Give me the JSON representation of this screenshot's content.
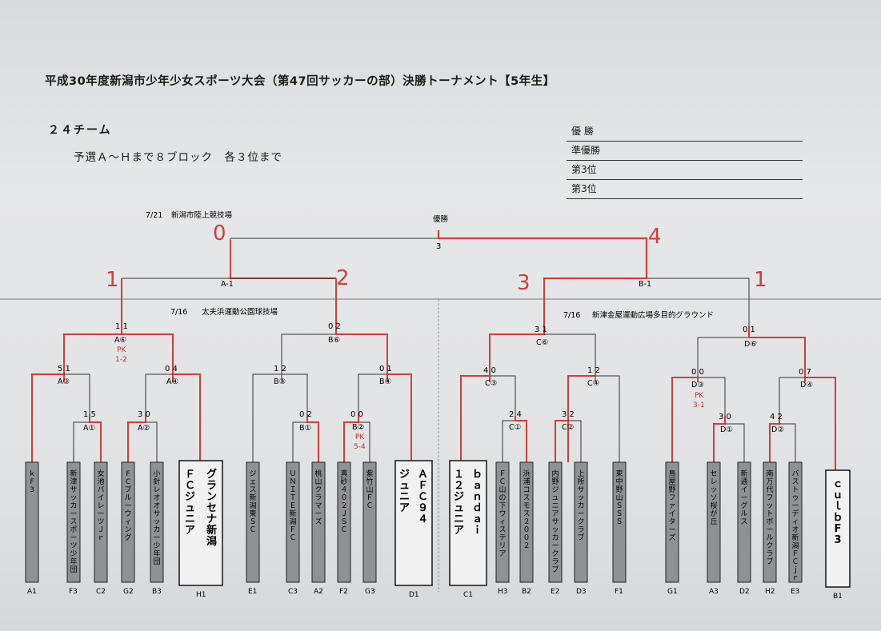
{
  "title": "平成30年度新潟市少年少女スポーツ大会（第47回サッカーの部）決勝トーナメント【5年生】",
  "teams_count": "２４チーム",
  "rule": "予選Ａ～Ｈまで８ブロック　各３位まで",
  "results": [
    "優 勝",
    "準優勝",
    "第3位",
    "第3位"
  ],
  "final": {
    "date": "7/21",
    "venue": "新潟市陸上競技場",
    "label": "優勝",
    "third": "3",
    "left_score": "0",
    "right_score": "4"
  },
  "semis": {
    "left": {
      "node": "A-1",
      "top_score": "1",
      "bottom_score": "2"
    },
    "right": {
      "node": "B-1",
      "top_score": "3",
      "bottom_score": "1"
    }
  },
  "venue_left": {
    "date": "7/16",
    "name": "太夫浜運動公園球技場"
  },
  "venue_right": {
    "date": "7/16",
    "name": "新津金屋運動広場多目的グラウンド"
  },
  "qf": {
    "A6": {
      "label": "A⑥",
      "score": "1 1",
      "pk": "PK",
      "pk_score": "1-2"
    },
    "B6": {
      "label": "B⑥",
      "score": "0 2"
    },
    "C6": {
      "label": "C⑥",
      "score": "3 1"
    },
    "D6": {
      "label": "D⑥",
      "score": "0 1"
    }
  },
  "r16": {
    "A3": {
      "label": "A③",
      "score": "5 1"
    },
    "A4": {
      "label": "A④",
      "score": "0 4"
    },
    "B3": {
      "label": "B③",
      "score": "1 2"
    },
    "B4": {
      "label": "B④",
      "score": "0 1"
    },
    "C3": {
      "label": "C③",
      "score": "4 0"
    },
    "C4": {
      "label": "C④",
      "score": "1 2"
    },
    "D3": {
      "label": "D③",
      "score": "0 0",
      "pk": "PK",
      "pk_score": "3-1"
    },
    "D4": {
      "label": "D④",
      "score": "0 7"
    }
  },
  "r32": {
    "A1": {
      "label": "A①",
      "score": "1 5"
    },
    "A2": {
      "label": "A②",
      "score": "3 0"
    },
    "B1": {
      "label": "B①",
      "score": "0 2"
    },
    "B2": {
      "label": "B②",
      "score": "0 0",
      "pk": "PK",
      "pk_score": "5-4"
    },
    "C1": {
      "label": "C①",
      "score": "2 4"
    },
    "C2": {
      "label": "C②",
      "score": "3 2"
    },
    "D1": {
      "label": "D①",
      "score": "3 0"
    },
    "D2": {
      "label": "D②",
      "score": "4 2"
    }
  },
  "handwritten": {
    "final_left": "0",
    "final_right": "4",
    "sf_a_top": "1",
    "sf_a_bottom": "2",
    "sf_b_top": "3",
    "sf_b_bottom": "1"
  },
  "teams": [
    {
      "name": "ｋF3",
      "code": "A1"
    },
    {
      "name": "新津サッカースポーツ少年団",
      "code": "F3"
    },
    {
      "name": "女池バイレーツＪｒ",
      "code": "C2"
    },
    {
      "name": "FCブルーウィング",
      "code": "G2"
    },
    {
      "name": "小針レオオサッカー少年団",
      "code": "B3"
    },
    {
      "name": "グランセナ新潟ＦＣジュニア",
      "code": "H1"
    },
    {
      "name": "ジェス新潟東ＳＣ",
      "code": "E1"
    },
    {
      "name": "ＵＮＩＴＥ新潟ＦＣ",
      "code": "C3"
    },
    {
      "name": "桃山クラマーズ",
      "code": "A2"
    },
    {
      "name": "真砂４０２ＪＳＣ",
      "code": "F2"
    },
    {
      "name": "紫竹山ＦＣ",
      "code": "G3"
    },
    {
      "name": "ＡＦＣ９４ジュニア",
      "code": "D1"
    },
    {
      "name": "ｂａｎｄａｉ１２ジュニア",
      "code": "C1"
    },
    {
      "name": "ＦＣ山の下ウィステリア",
      "code": "H3"
    },
    {
      "name": "浜浦コスモス２００２",
      "code": "B2"
    },
    {
      "name": "内野ジュニアサッカークラブ",
      "code": "E2"
    },
    {
      "name": "上所サッカークラブ",
      "code": "D3"
    },
    {
      "name": "東中野山ＳＳＳ",
      "code": "F1"
    },
    {
      "name": "鳥屋野ファイターズ",
      "code": "G1"
    },
    {
      "name": "セレッソ桜が丘",
      "code": "A3"
    },
    {
      "name": "新通イーグルス",
      "code": "D2"
    },
    {
      "name": "南万代フットボールクラブ",
      "code": "H2"
    },
    {
      "name": "バストゥーディオ新潟ＦＣｊｒ",
      "code": "E3"
    },
    {
      "name": "ｃｕｌｂF3",
      "code": "B1"
    }
  ],
  "colors": {
    "win": "#d23c3c",
    "line": "#333333",
    "box": "#8f9193"
  }
}
